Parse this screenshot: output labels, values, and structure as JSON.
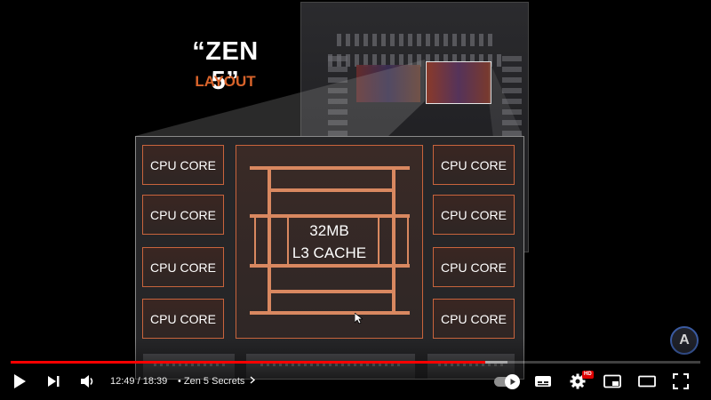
{
  "slide": {
    "title": "“ZEN 5”",
    "subtitle": "LAYOUT",
    "accent_color": "#d9642b",
    "cores_left": [
      "CPU CORE",
      "CPU CORE",
      "CPU CORE",
      "CPU CORE"
    ],
    "cores_right": [
      "CPU CORE",
      "CPU CORE",
      "CPU CORE",
      "CPU CORE"
    ],
    "cache_size": "32MB",
    "cache_name": "L3 CACHE",
    "channel_logo": "A"
  },
  "player": {
    "current_time": "12:49",
    "duration": "18:39",
    "time_separator": " / ",
    "chapter_bullet": "•",
    "chapter_title": "Zen 5 Secrets",
    "progress_fraction": 0.688,
    "buffer_fraction": 0.72,
    "hd_badge": "HD",
    "progress_color": "#ff0000",
    "icons": {
      "play": "play-icon",
      "next": "next-icon",
      "volume": "volume-icon",
      "autoplay": "autoplay-toggle-icon",
      "subtitles": "subtitles-icon",
      "settings": "gear-icon",
      "miniplayer": "miniplayer-icon",
      "theater": "theater-mode-icon",
      "fullscreen": "fullscreen-icon"
    }
  }
}
